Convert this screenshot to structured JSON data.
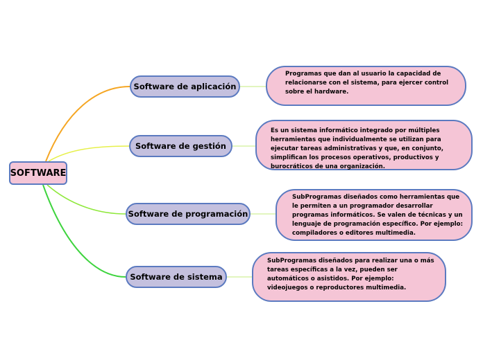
{
  "root": {
    "label": "SOFTWARE"
  },
  "branches": [
    {
      "label": "Software de aplicación",
      "description": "Programas que dan al usuario la capacidad de relacionarse con el sistema, para ejercer control sobre el hardware.",
      "color": "#f5a623"
    },
    {
      "label": "Software de gestión",
      "description": "Es un sistema informático integrado por múltiples herramientas que individualmente se utilizan para ejecutar tareas administrativas y que, en conjunto, simplifican los procesos operativos, productivos y burocráticos de una organización.",
      "color": "#e6f04a"
    },
    {
      "label": "Software de programación",
      "description": "SubProgramas diseñados como herramientas que le permiten a un programador desarrollar programas informáticos. Se valen de técnicas y un lenguaje de programación específico. Por ejemplo: compiladores o editores multimedia.",
      "color": "#8ee83a"
    },
    {
      "label": "Software de sistema",
      "description": "SubProgramas diseñados para realizar una o más tareas específicas a la vez, pueden ser automáticos o asistidos. Por ejemplo: videojuegos o reproductores multimedia.",
      "color": "#3ed43e"
    }
  ],
  "connector_color": "#d9f2a8"
}
